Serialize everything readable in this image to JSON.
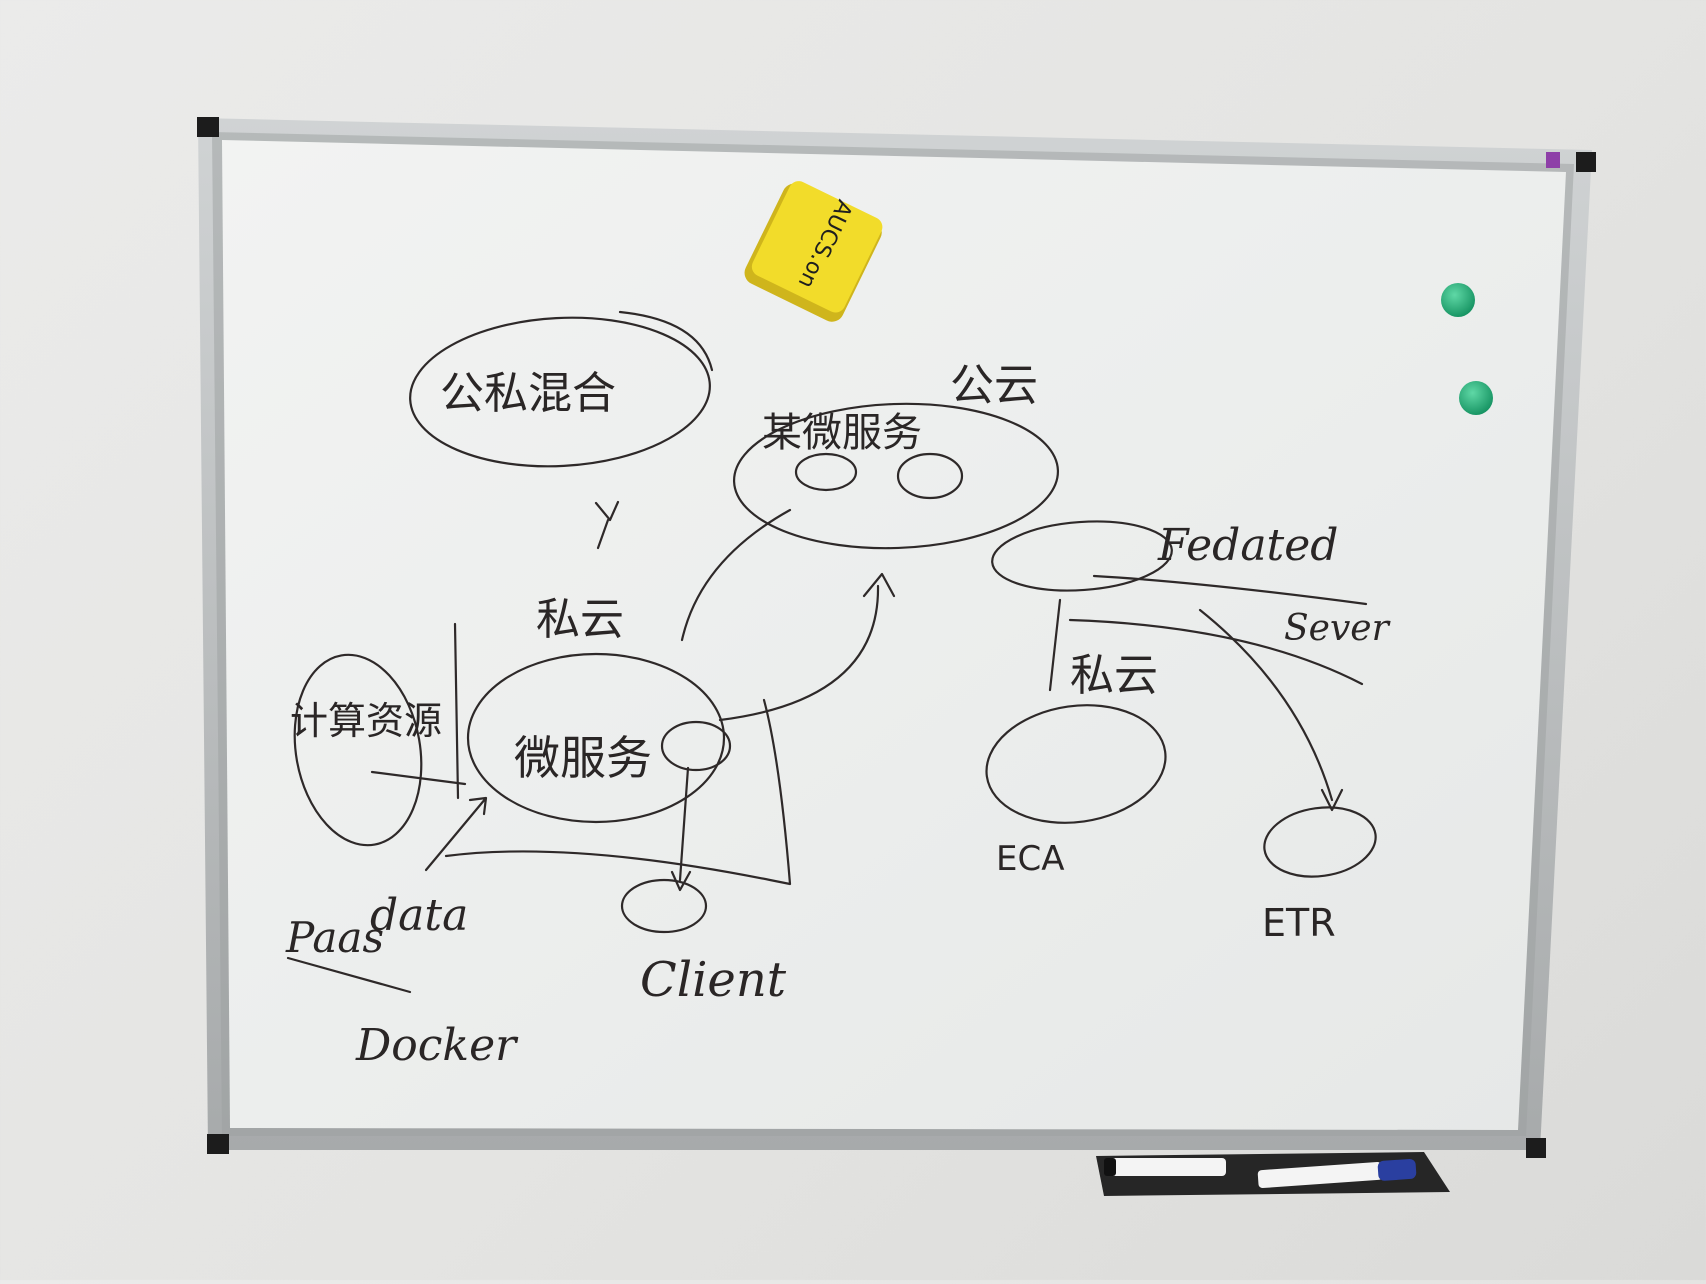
{
  "whiteboard": {
    "labels": {
      "hybrid_cloud": "公私混合",
      "public_cloud": "公云",
      "public_microservice": "某微服务",
      "private_cloud_top": "私云",
      "private_cloud_right": "私云",
      "microservice": "微服务",
      "resources": "计算资源",
      "federated": "Fedated",
      "server": "Sever",
      "data": "data",
      "paas": "Paas",
      "docker": "Docker",
      "client": "Client",
      "code_a": "ECA",
      "code_b": "ETR"
    }
  },
  "eraser": {
    "brand": "AUCS.on"
  },
  "colors": {
    "board": "#eef0ef",
    "frame": "#b9bcbd",
    "eraser": "#f2dc2a",
    "magnet": "#22b07a",
    "ink": "#2a2626"
  }
}
